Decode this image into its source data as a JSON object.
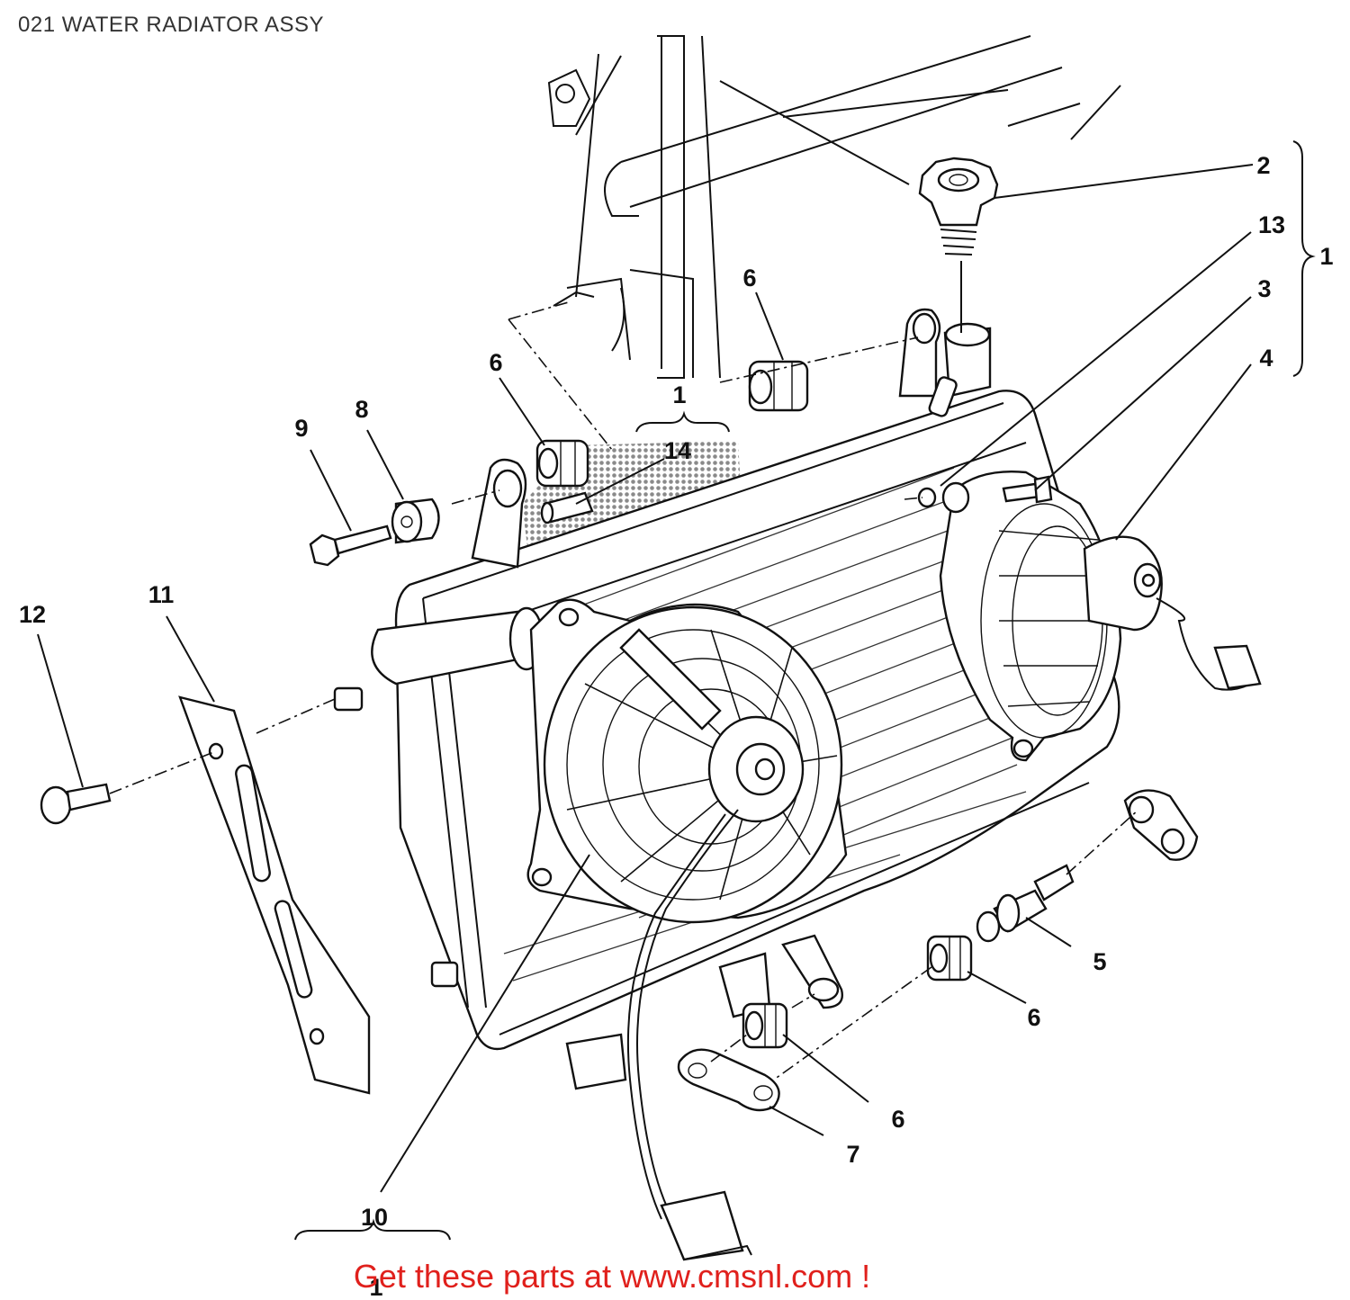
{
  "page": {
    "title": "021 WATER RADIATOR ASSY"
  },
  "watermark": "Get these parts at www.cmsnl.com !",
  "callouts": [
    {
      "id": "c2",
      "text": "2"
    },
    {
      "id": "c13",
      "text": "13"
    },
    {
      "id": "c1_main",
      "text": "1"
    },
    {
      "id": "c3",
      "text": "3"
    },
    {
      "id": "c4",
      "text": "4"
    },
    {
      "id": "c6a",
      "text": "6"
    },
    {
      "id": "c6b",
      "text": "6"
    },
    {
      "id": "c1_top",
      "text": "1"
    },
    {
      "id": "c14",
      "text": "14"
    },
    {
      "id": "c9",
      "text": "9"
    },
    {
      "id": "c8",
      "text": "8"
    },
    {
      "id": "c12",
      "text": "12"
    },
    {
      "id": "c11",
      "text": "11"
    },
    {
      "id": "c5",
      "text": "5"
    },
    {
      "id": "c6c",
      "text": "6"
    },
    {
      "id": "c6d",
      "text": "6"
    },
    {
      "id": "c7",
      "text": "7"
    },
    {
      "id": "c10",
      "text": "10"
    },
    {
      "id": "c1_bottom",
      "text": "1"
    }
  ],
  "colors": {
    "ink": "#111111",
    "watermark": "#e0201c",
    "title": "#333333",
    "screen": "#8a8a8a"
  }
}
